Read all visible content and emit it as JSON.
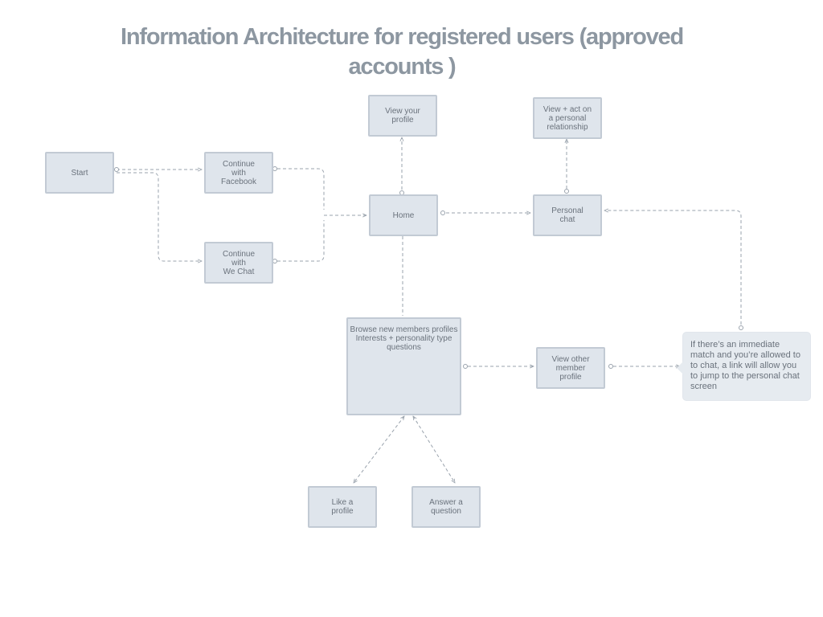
{
  "title": {
    "line1": "Information Architecture for registered users (approved",
    "line2": "accounts )"
  },
  "nodes": {
    "start": [
      "Start"
    ],
    "continue_facebook": [
      "Continue",
      "with",
      "Facebook"
    ],
    "continue_wechat": [
      "Continue",
      "with",
      "We Chat"
    ],
    "home": [
      "Home"
    ],
    "view_profile": [
      "View your",
      "profile"
    ],
    "personal_chat": [
      "Personal",
      "chat"
    ],
    "view_act_relationship": [
      "View + act on",
      "a personal",
      "relationship"
    ],
    "browse_members": [
      "Browse new members profiles",
      "Interests + personality type",
      "questions"
    ],
    "view_other_member": [
      "View other",
      "member",
      "profile"
    ],
    "like_profile": [
      "Like a",
      "profile"
    ],
    "answer_question": [
      "Answer a",
      "question"
    ]
  },
  "note": {
    "text": "If there’s an immediate match and you’re allowed to to chat, a link will allow you to jump to the personal chat screen"
  },
  "colors": {
    "box_fill": "#dfe5ec",
    "box_border": "#c2cad4",
    "connector": "#9aa3ad",
    "title": "#8d97a1"
  }
}
